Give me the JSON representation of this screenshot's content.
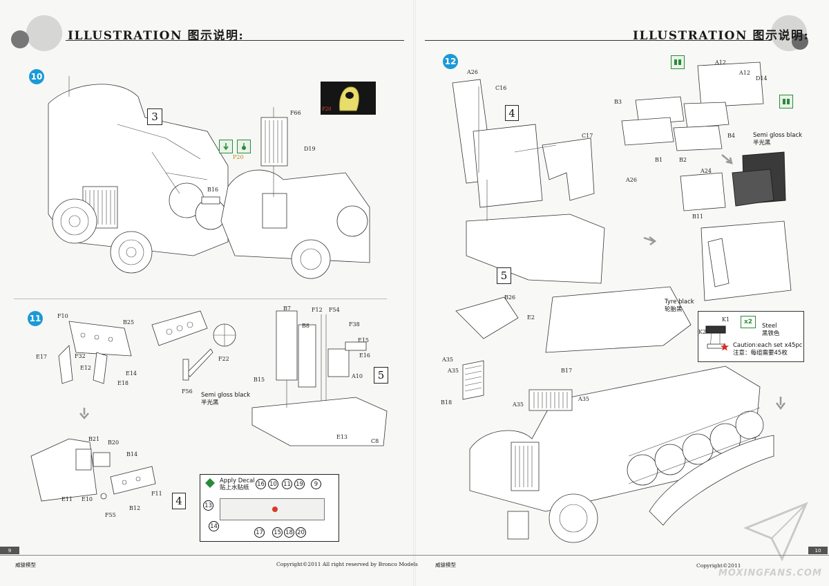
{
  "header": {
    "left_title": "ILLUSTRATION 图示说明:",
    "right_title": "ILLUSTRATION 图示说明:"
  },
  "steps": {
    "step10": "10",
    "step11": "11",
    "step12": "12"
  },
  "step10": {
    "labels": [
      "F66",
      "D19",
      "P20",
      "B16",
      "P20"
    ],
    "box_num": "3"
  },
  "step11": {
    "labels": [
      "F10",
      "B25",
      "E17",
      "F32",
      "E12",
      "E14",
      "E18",
      "F22",
      "F56",
      "B7",
      "F12",
      "F54",
      "F38",
      "B8",
      "E15",
      "E16",
      "B15",
      "A10",
      "E13",
      "C8",
      "B21",
      "B20",
      "B14",
      "E11",
      "E10",
      "F55",
      "B12",
      "F11"
    ],
    "semi_gloss": "Semi gloss black",
    "semi_gloss_cn": "半光黑",
    "box_num_5": "5",
    "box_num_4": "4",
    "decal": {
      "title": "Apply Decal",
      "title_cn": "贴上水贴纸",
      "numbers": [
        "16",
        "10",
        "11",
        "19",
        "9",
        "13",
        "14",
        "17",
        "15",
        "18",
        "20"
      ]
    }
  },
  "step12": {
    "labels": [
      "A26",
      "C16",
      "C17",
      "A26",
      "A12",
      "A12",
      "D14",
      "B3",
      "B4",
      "B1",
      "B2",
      "A24",
      "B11",
      "B26",
      "E2",
      "B17",
      "A35",
      "A35",
      "A35",
      "A35",
      "B18",
      "K1",
      "K2"
    ],
    "box_num_4": "4",
    "box_num_5": "5",
    "semi_gloss": "Semi gloss black",
    "semi_gloss_cn": "半光黑",
    "tyre": "Tyre black",
    "tyre_cn": "轮胎黑",
    "steel": "Steel",
    "steel_cn": "黑铁色",
    "caution": "Caution:each set x45pc",
    "caution_cn": "注意：每组需要45枚",
    "x2": "x2"
  },
  "footer": {
    "left_page": "9",
    "right_page": "10",
    "left_brand": "威骏模型",
    "right_brand": "威骏模型",
    "copyright": "Copyright©2011  All right reserved by Bronco Models",
    "copyright_right": "Copyright©2011",
    "watermark": "MOXINGFANS.COM"
  },
  "colors": {
    "step_badge": "#1b9ad6",
    "accent_green": "#2a8a3a",
    "photo_bg": "#1a1a1a",
    "part_yellow": "#e8dd6a"
  }
}
